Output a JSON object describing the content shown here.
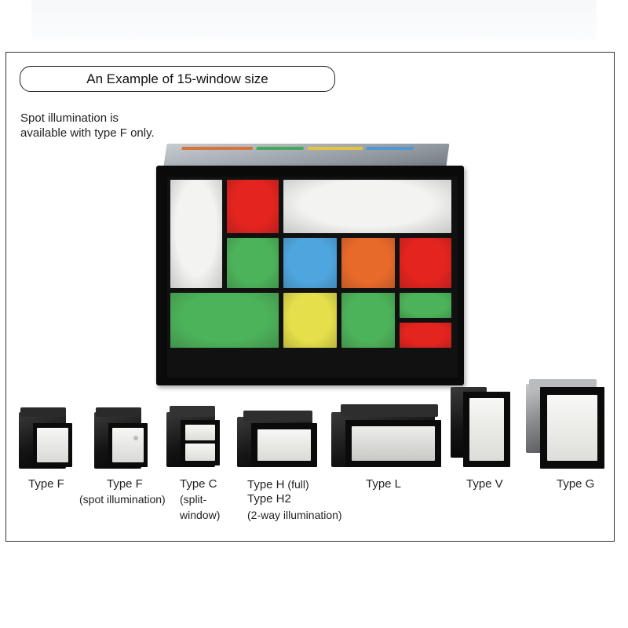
{
  "title": "An Example of 15-window size",
  "note": [
    "Spot illumination is",
    "available with type F only."
  ],
  "panel_windows": [
    {
      "color": "white"
    },
    {
      "color": "red"
    },
    {
      "color": "white"
    },
    {
      "color": "green"
    },
    {
      "color": "blue"
    },
    {
      "color": "orange"
    },
    {
      "color": "red"
    },
    {
      "color": "green"
    },
    {
      "color": "yellow"
    },
    {
      "color": "green"
    },
    {
      "color": "green"
    },
    {
      "color": "red"
    }
  ],
  "colors": {
    "white": "#f3f4f1",
    "red": "#e3241f",
    "green": "#4db35a",
    "blue": "#4fa6df",
    "orange": "#e86a2a",
    "yellow": "#e4df4a"
  },
  "products": [
    {
      "name": "Type F"
    },
    {
      "name": "Type F",
      "sub": [
        "(spot illumination)"
      ]
    },
    {
      "name": "Type C",
      "sub": [
        "(split-",
        "window)"
      ]
    },
    {
      "name": "Type H",
      "name_suffix": " (full)",
      "sub": [
        "Type H2",
        "(2-way illumination)"
      ]
    },
    {
      "name": "Type L"
    },
    {
      "name": "Type V"
    },
    {
      "name": "Type G"
    }
  ]
}
